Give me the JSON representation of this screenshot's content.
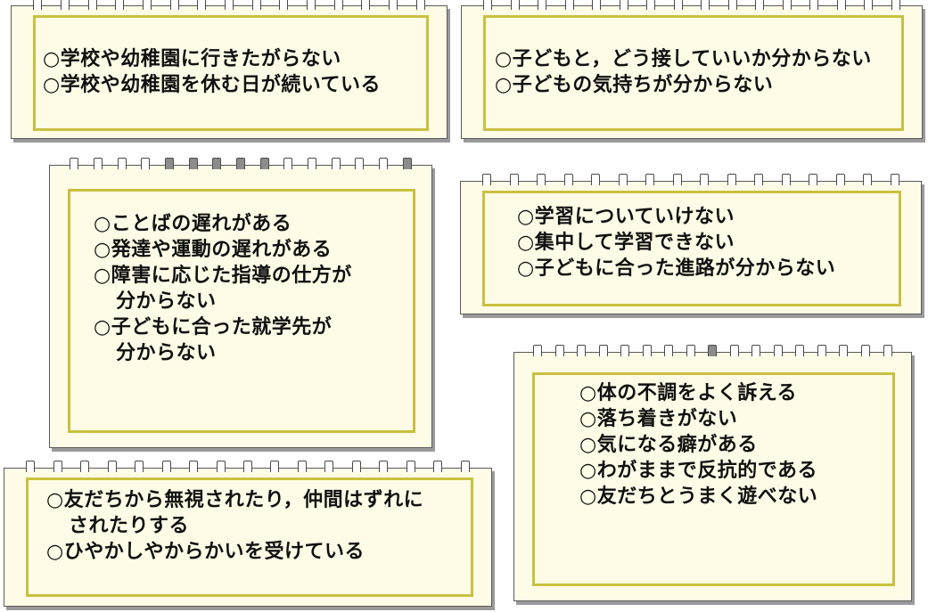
{
  "cards": [
    {
      "items": [
        "○学校や幼稚園に行きたがらない",
        "○学校や幼稚園を休む日が続いている"
      ]
    },
    {
      "items": [
        "○子どもと，どう接していいか分からない",
        "○子どもの気持ちが分からない"
      ]
    },
    {
      "items": [
        "○ことばの遅れがある",
        "○発達や運動の遅れがある",
        "○障害に応じた指導の仕方が",
        "分からない",
        "○子どもに合った就学先が",
        "分からない"
      ]
    },
    {
      "items": [
        "○学習についていけない",
        "○集中して学習できない",
        "○子どもに合った進路が分からない"
      ]
    },
    {
      "items": [
        "○体の不調をよく訴える",
        "○落ち着きがない",
        "○気になる癖がある",
        "○わがままで反抗的である",
        "○友だちとうまく遊べない"
      ]
    },
    {
      "items": [
        "○友だちから無視されたり，仲間はずれに",
        "されたりする",
        "○ひやかしやからかいを受けている"
      ]
    }
  ]
}
